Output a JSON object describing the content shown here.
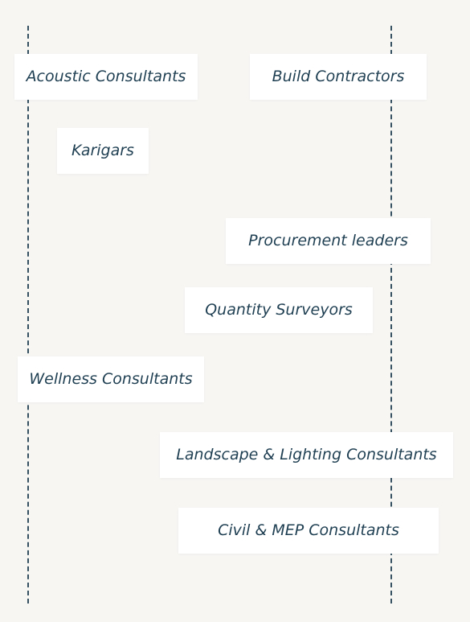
{
  "tags": [
    {
      "label": "Acoustic Consultants"
    },
    {
      "label": "Build Contractors"
    },
    {
      "label": "Karigars"
    },
    {
      "label": "Procurement leaders"
    },
    {
      "label": "Quantity Surveyors"
    },
    {
      "label": "Wellness Consultants"
    },
    {
      "label": "Landscape & Lighting Consultants"
    },
    {
      "label": "Civil & MEP Consultants"
    }
  ],
  "colors": {
    "background": "#f7f6f3",
    "tag_background": "#ffffff",
    "text": "#1f3f52",
    "guide": "#1f3f52"
  }
}
